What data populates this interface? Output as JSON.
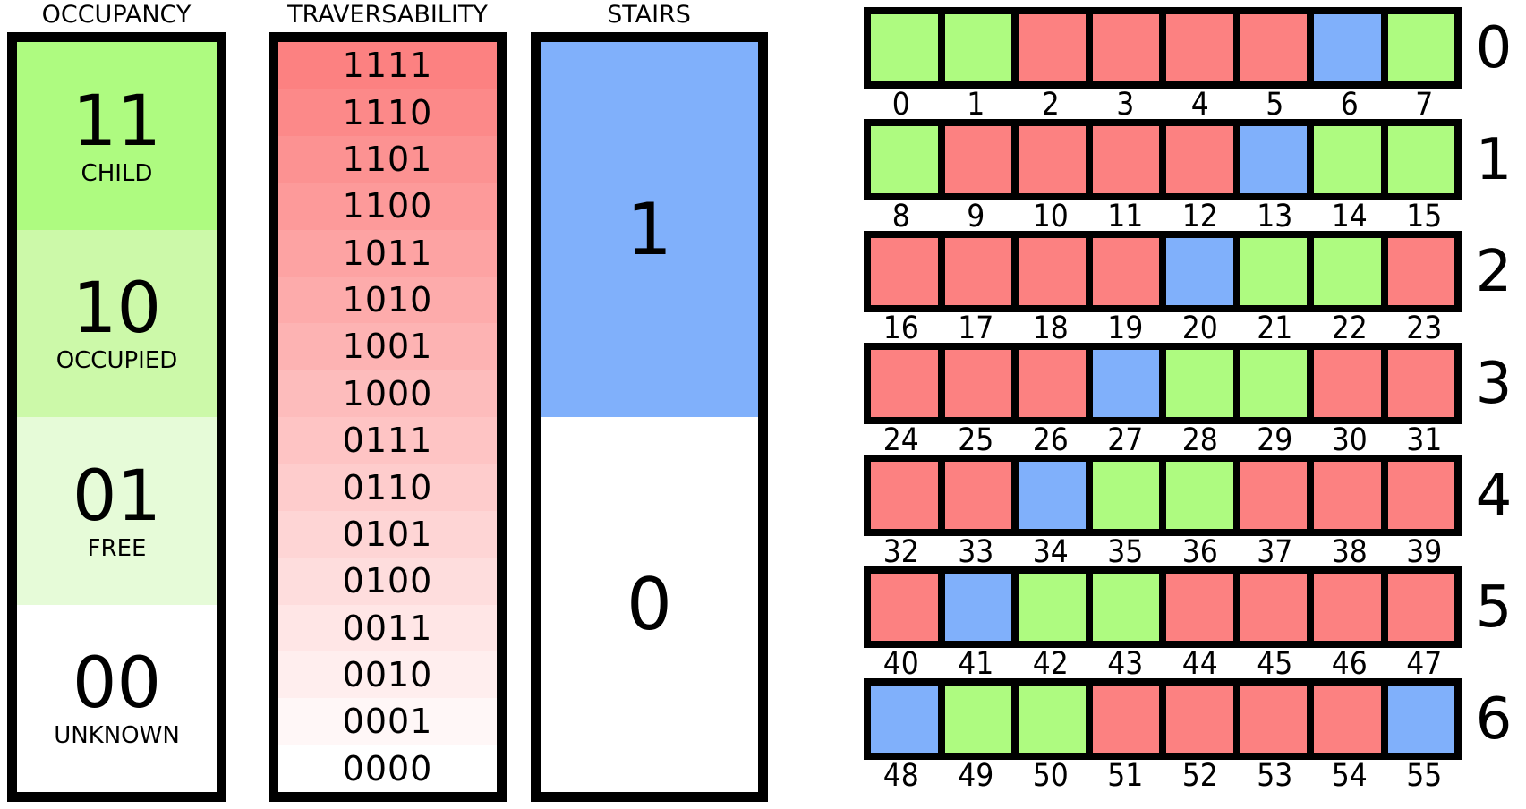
{
  "colors": {
    "green": "#aefb80",
    "red": "#fc8181",
    "blue": "#80b0fb",
    "white": "#ffffff",
    "border": "#000000"
  },
  "occupancy": {
    "title": "OCCUPANCY",
    "sections": [
      {
        "code": "11",
        "label": "CHILD",
        "color": "#aefb80"
      },
      {
        "code": "10",
        "label": "OCCUPIED",
        "color": "#ccf9a9"
      },
      {
        "code": "01",
        "label": "FREE",
        "color": "#e6fbd8"
      },
      {
        "code": "00",
        "label": "UNKNOWN",
        "color": "#ffffff"
      }
    ]
  },
  "traversability": {
    "title": "TRAVERSABILITY",
    "levels": [
      {
        "code": "1111",
        "color": "#fc8181"
      },
      {
        "code": "1110",
        "color": "#fc8989"
      },
      {
        "code": "1101",
        "color": "#fc9292"
      },
      {
        "code": "1100",
        "color": "#fd9a9a"
      },
      {
        "code": "1011",
        "color": "#fda3a3"
      },
      {
        "code": "1010",
        "color": "#fdabab"
      },
      {
        "code": "1001",
        "color": "#fdb3b3"
      },
      {
        "code": "1000",
        "color": "#fdbcbc"
      },
      {
        "code": "0111",
        "color": "#fec4c4"
      },
      {
        "code": "0110",
        "color": "#fecccc"
      },
      {
        "code": "0101",
        "color": "#fed5d5"
      },
      {
        "code": "0100",
        "color": "#fedddd"
      },
      {
        "code": "0011",
        "color": "#ffe6e6"
      },
      {
        "code": "0010",
        "color": "#ffeeee"
      },
      {
        "code": "0001",
        "color": "#fff7f7"
      },
      {
        "code": "0000",
        "color": "#ffffff"
      }
    ]
  },
  "stairs": {
    "title": "STAIRS",
    "sections": [
      {
        "code": "1",
        "color": "#80b0fb"
      },
      {
        "code": "0",
        "color": "#ffffff"
      }
    ]
  },
  "grid": {
    "rows": [
      {
        "row_label": "0",
        "cells": [
          {
            "label": "0",
            "color": "green"
          },
          {
            "label": "1",
            "color": "green"
          },
          {
            "label": "2",
            "color": "red"
          },
          {
            "label": "3",
            "color": "red"
          },
          {
            "label": "4",
            "color": "red"
          },
          {
            "label": "5",
            "color": "red"
          },
          {
            "label": "6",
            "color": "blue"
          },
          {
            "label": "7",
            "color": "green"
          }
        ]
      },
      {
        "row_label": "1",
        "cells": [
          {
            "label": "8",
            "color": "green"
          },
          {
            "label": "9",
            "color": "red"
          },
          {
            "label": "10",
            "color": "red"
          },
          {
            "label": "11",
            "color": "red"
          },
          {
            "label": "12",
            "color": "red"
          },
          {
            "label": "13",
            "color": "blue"
          },
          {
            "label": "14",
            "color": "green"
          },
          {
            "label": "15",
            "color": "green"
          }
        ]
      },
      {
        "row_label": "2",
        "cells": [
          {
            "label": "16",
            "color": "red"
          },
          {
            "label": "17",
            "color": "red"
          },
          {
            "label": "18",
            "color": "red"
          },
          {
            "label": "19",
            "color": "red"
          },
          {
            "label": "20",
            "color": "blue"
          },
          {
            "label": "21",
            "color": "green"
          },
          {
            "label": "22",
            "color": "green"
          },
          {
            "label": "23",
            "color": "red"
          }
        ]
      },
      {
        "row_label": "3",
        "cells": [
          {
            "label": "24",
            "color": "red"
          },
          {
            "label": "25",
            "color": "red"
          },
          {
            "label": "26",
            "color": "red"
          },
          {
            "label": "27",
            "color": "blue"
          },
          {
            "label": "28",
            "color": "green"
          },
          {
            "label": "29",
            "color": "green"
          },
          {
            "label": "30",
            "color": "red"
          },
          {
            "label": "31",
            "color": "red"
          }
        ]
      },
      {
        "row_label": "4",
        "cells": [
          {
            "label": "32",
            "color": "red"
          },
          {
            "label": "33",
            "color": "red"
          },
          {
            "label": "34",
            "color": "blue"
          },
          {
            "label": "35",
            "color": "green"
          },
          {
            "label": "36",
            "color": "green"
          },
          {
            "label": "37",
            "color": "red"
          },
          {
            "label": "38",
            "color": "red"
          },
          {
            "label": "39",
            "color": "red"
          }
        ]
      },
      {
        "row_label": "5",
        "cells": [
          {
            "label": "40",
            "color": "red"
          },
          {
            "label": "41",
            "color": "blue"
          },
          {
            "label": "42",
            "color": "green"
          },
          {
            "label": "43",
            "color": "green"
          },
          {
            "label": "44",
            "color": "red"
          },
          {
            "label": "45",
            "color": "red"
          },
          {
            "label": "46",
            "color": "red"
          },
          {
            "label": "47",
            "color": "red"
          }
        ]
      },
      {
        "row_label": "6",
        "cells": [
          {
            "label": "48",
            "color": "blue"
          },
          {
            "label": "49",
            "color": "green"
          },
          {
            "label": "50",
            "color": "green"
          },
          {
            "label": "51",
            "color": "red"
          },
          {
            "label": "52",
            "color": "red"
          },
          {
            "label": "53",
            "color": "red"
          },
          {
            "label": "54",
            "color": "red"
          },
          {
            "label": "55",
            "color": "blue"
          }
        ]
      }
    ]
  }
}
